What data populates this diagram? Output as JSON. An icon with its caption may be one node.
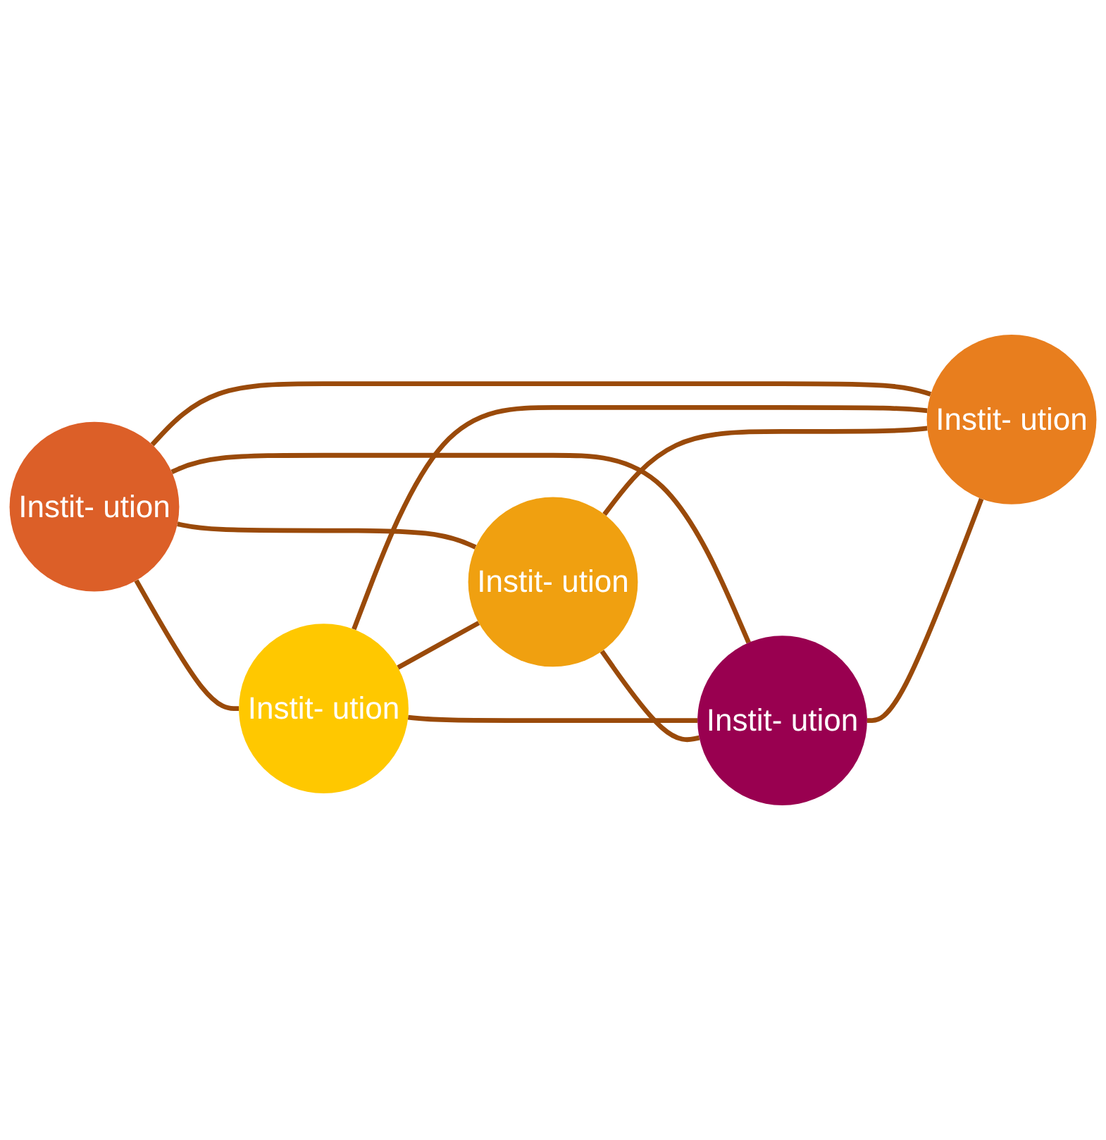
{
  "diagram": {
    "nodes": [
      {
        "text": [
          "Instit- ution"
        ]
      },
      {
        "text": [
          "Instit- ution"
        ]
      },
      {
        "text": [
          "Instit- ution"
        ]
      },
      {
        "text": [
          "Instit- ution"
        ]
      },
      {
        "text": [
          "Instit- ution"
        ]
      }
    ],
    "edges": [
      {
        "from": 1,
        "to": 0,
        "arrow": "none"
      },
      {
        "from": 1,
        "to": 2,
        "arrow": "none"
      },
      {
        "from": 1,
        "to": 3,
        "arrow": "none"
      },
      {
        "from": 1,
        "to": 4,
        "arrow": "none"
      },
      {
        "from": 0,
        "to": 2,
        "arrow": "none"
      },
      {
        "from": 0,
        "to": 3,
        "arrow": "none"
      },
      {
        "from": 0,
        "to": 4,
        "arrow": "none"
      },
      {
        "from": 2,
        "to": 3,
        "arrow": "none"
      },
      {
        "from": 2,
        "to": 4,
        "arrow": "none"
      },
      {
        "from": 3,
        "to": 4,
        "arrow": "none"
      }
    ]
  }
}
